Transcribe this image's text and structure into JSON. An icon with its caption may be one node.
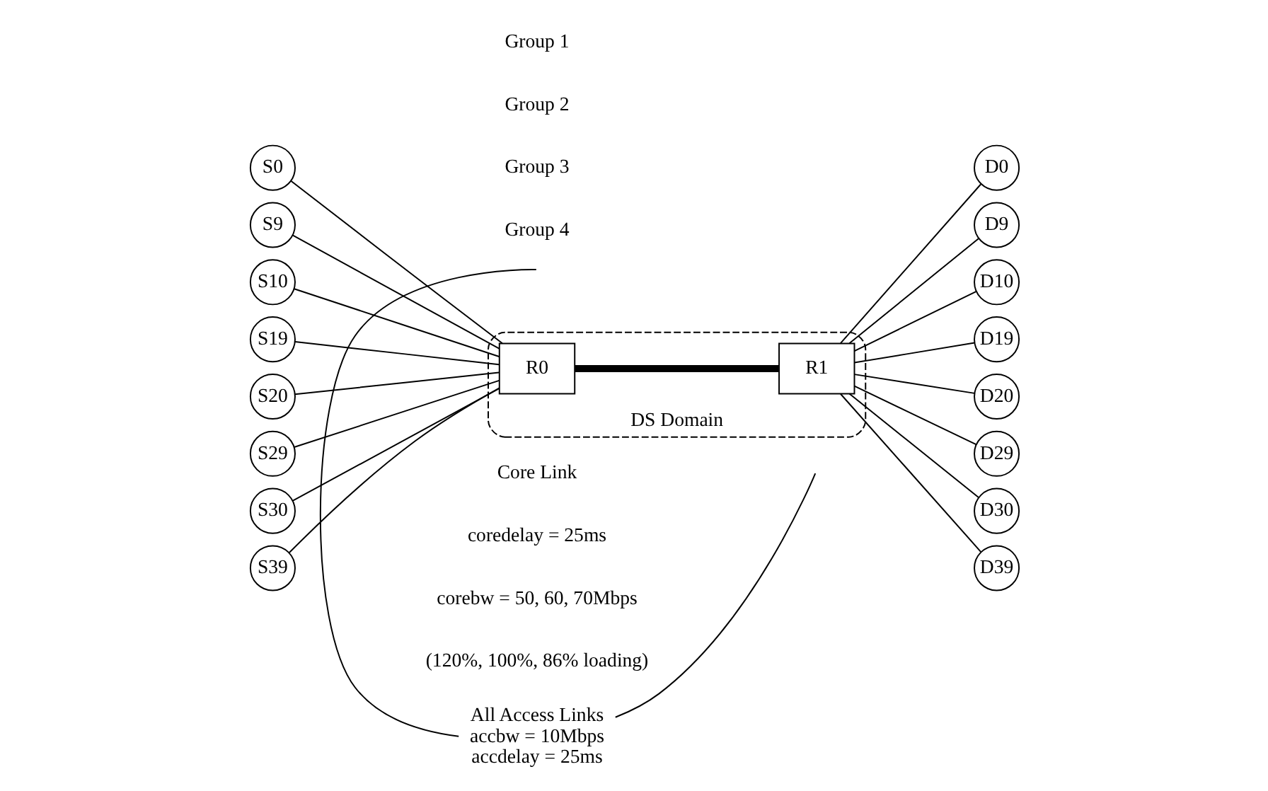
{
  "diagram": {
    "nodes": [
      {
        "text": [
          "S0"
        ]
      },
      {
        "text": [
          "S9"
        ]
      },
      {
        "text": [
          "S10"
        ]
      },
      {
        "text": [
          "S19"
        ]
      },
      {
        "text": [
          "S20"
        ]
      },
      {
        "text": [
          "S29"
        ]
      },
      {
        "text": [
          "S30"
        ]
      },
      {
        "text": [
          "S39"
        ]
      },
      {
        "text": [
          "DS Domain"
        ]
      },
      {
        "text": [
          "R0"
        ],
        "in": 8
      },
      {
        "text": [
          "R1"
        ],
        "in": 8
      },
      {
        "text": [
          "D0"
        ]
      },
      {
        "text": [
          "D9"
        ]
      },
      {
        "text": [
          "D10"
        ]
      },
      {
        "text": [
          "D19"
        ]
      },
      {
        "text": [
          "D20"
        ]
      },
      {
        "text": [
          "D29"
        ]
      },
      {
        "text": [
          "D30"
        ]
      },
      {
        "text": [
          "D39"
        ]
      },
      {
        "text": [
          "All Access Links",
          "accbw = 10Mbps",
          "accdelay = 25ms"
        ]
      }
    ],
    "edges": [
      {
        "from": 0,
        "to": 9,
        "arrow": "none"
      },
      {
        "from": 1,
        "to": 9,
        "arrow": "none"
      },
      {
        "from": 2,
        "to": 9,
        "arrow": "none"
      },
      {
        "from": 3,
        "to": 9,
        "arrow": "none"
      },
      {
        "from": 4,
        "to": 9,
        "arrow": "none"
      },
      {
        "from": 5,
        "to": 9,
        "arrow": "none"
      },
      {
        "from": 6,
        "to": 9,
        "arrow": "none"
      },
      {
        "from": 7,
        "to": 9,
        "arrow": "none"
      },
      {
        "from": 9,
        "to": 10,
        "arrow": "none",
        "style": "thick"
      },
      {
        "from": 10,
        "to": 11,
        "arrow": "none"
      },
      {
        "from": 10,
        "to": 12,
        "arrow": "none"
      },
      {
        "from": 10,
        "to": 13,
        "arrow": "none"
      },
      {
        "from": 10,
        "to": 14,
        "arrow": "none"
      },
      {
        "from": 10,
        "to": 15,
        "arrow": "none"
      },
      {
        "from": 10,
        "to": 16,
        "arrow": "none"
      },
      {
        "from": 10,
        "to": 17,
        "arrow": "none"
      },
      {
        "from": 10,
        "to": 18,
        "arrow": "none"
      },
      {
        "from": 19,
        "to": null,
        "arrow": "none"
      },
      {
        "from": 19,
        "to": null,
        "arrow": "none"
      }
    ],
    "labels": [
      "Group 1",
      "Core Link",
      "coredelay = 25ms",
      "corebw = 50, 60, 70Mbps",
      "(120%, 100%, 86% loading)",
      "Group 2",
      "Group 3",
      "Group 4"
    ]
  }
}
